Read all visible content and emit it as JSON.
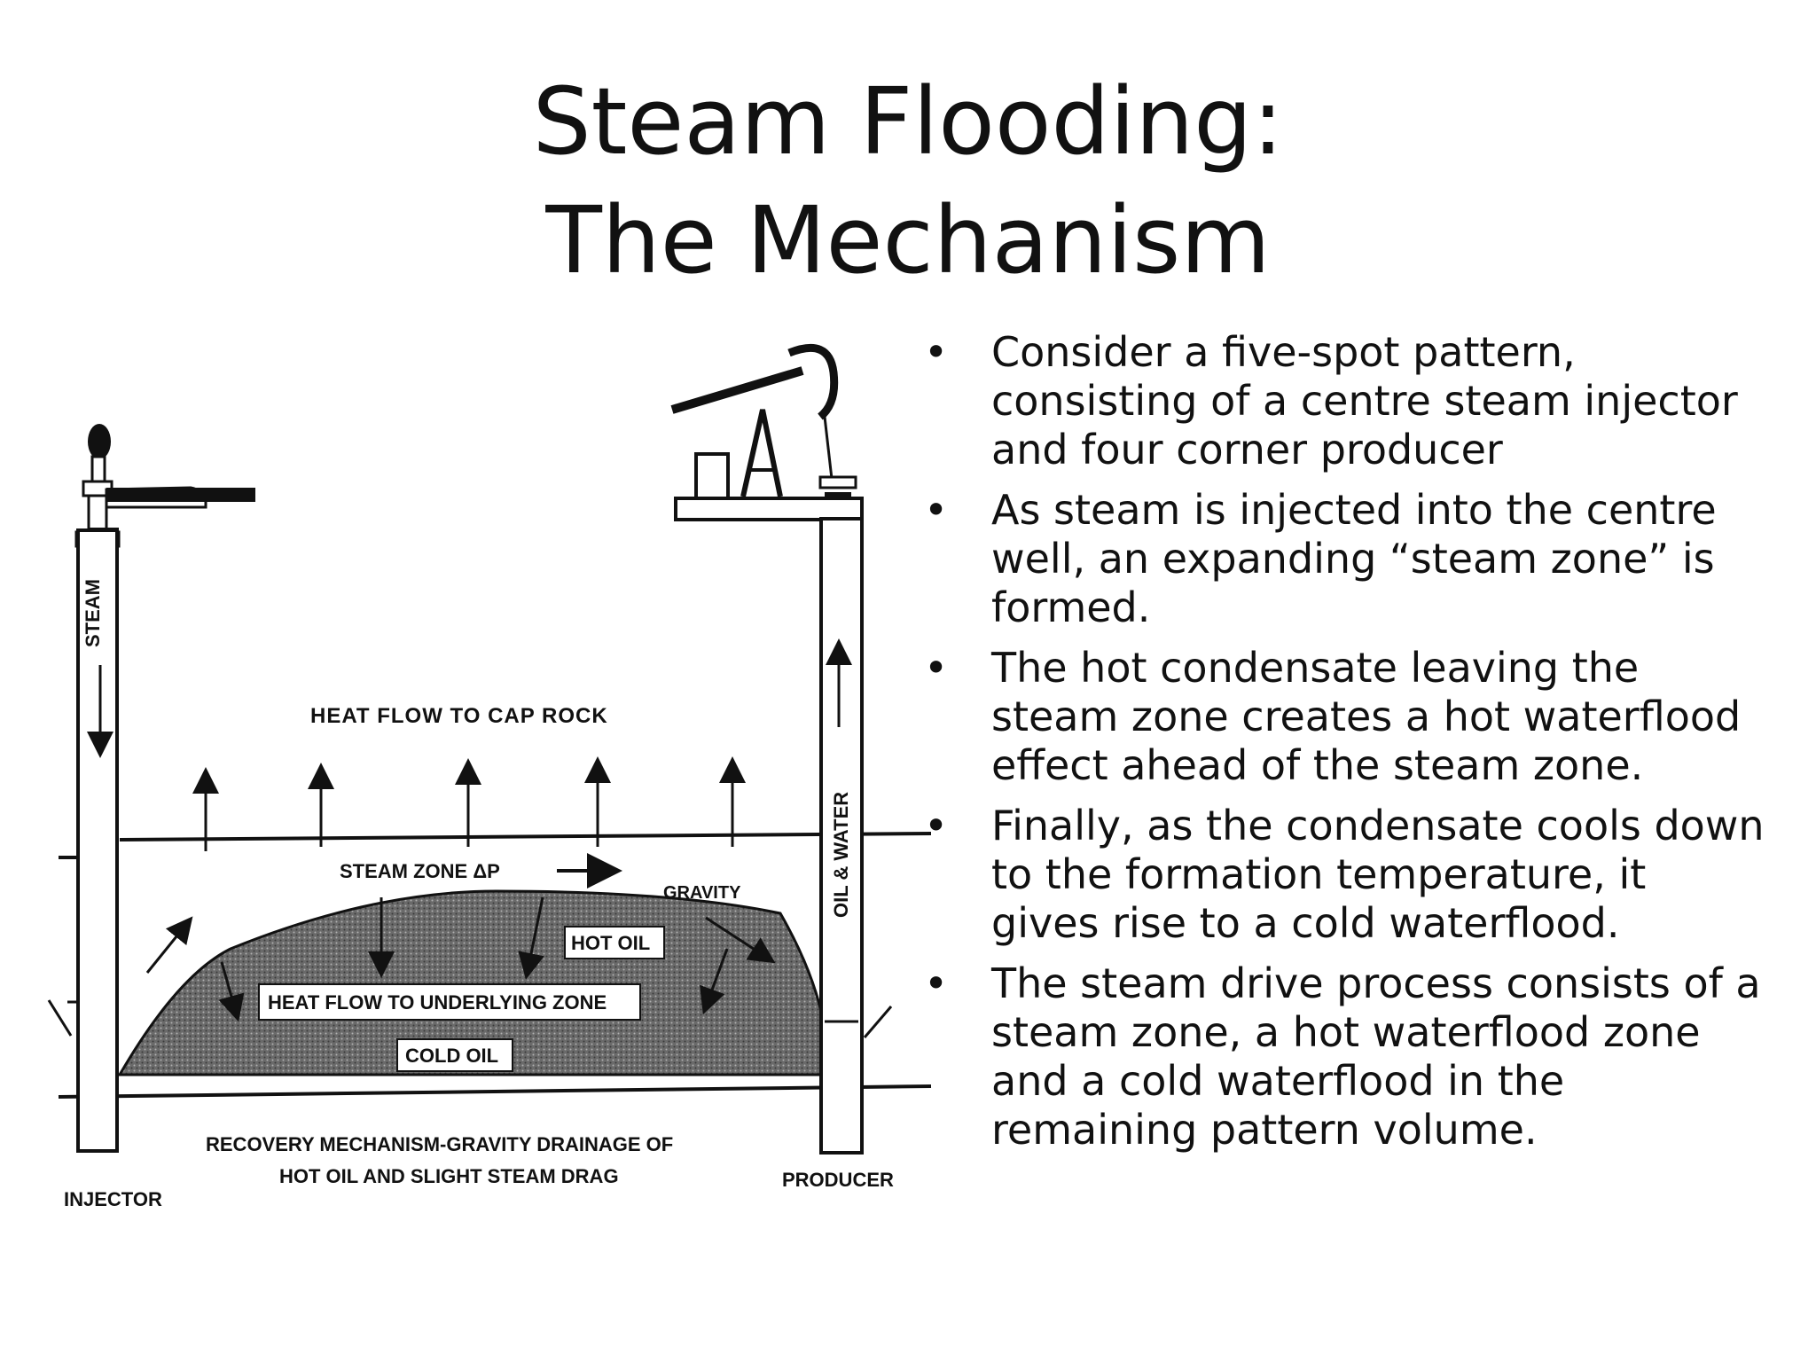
{
  "title": {
    "line1": "Steam Flooding:",
    "line2": "The Mechanism"
  },
  "diagram": {
    "labels": {
      "steam": "STEAM",
      "oil_water": "OIL & WATER",
      "heat_flow_cap_rock": "HEAT FLOW TO CAP ROCK",
      "steam_zone": "STEAM ZONE ΔP",
      "gravity": "GRAVITY",
      "hot_oil": "HOT OIL",
      "heat_flow_underlying": "HEAT FLOW TO UNDERLYING ZONE",
      "cold_oil": "COLD OIL",
      "recovery_line1": "RECOVERY MECHANISM-GRAVITY DRAINAGE OF",
      "recovery_line2": "HOT OIL AND SLIGHT STEAM DRAG",
      "injector": "INJECTOR",
      "producer": "PRODUCER"
    }
  },
  "bullets": [
    {
      "marker": "•",
      "lines": [
        "Consider a five-spot pattern,",
        "consisting of a centre steam injector",
        "and four corner producer"
      ]
    },
    {
      "marker": "•",
      "lines": [
        "As steam is injected into the centre",
        "well, an expanding “steam zone” is",
        "formed."
      ]
    },
    {
      "marker": "•",
      "lines": [
        "The hot condensate leaving the",
        "steam zone creates a hot waterflood",
        "effect ahead of the steam zone."
      ]
    },
    {
      "marker": "•",
      "lines": [
        "Finally, as the condensate cools down",
        "to the formation temperature, it",
        "gives rise to a cold waterflood."
      ]
    },
    {
      "marker": "•",
      "lines": [
        "The steam drive process consists of a",
        "steam zone, a hot waterflood zone",
        "and a cold waterflood in the",
        "remaining pattern volume."
      ]
    }
  ]
}
